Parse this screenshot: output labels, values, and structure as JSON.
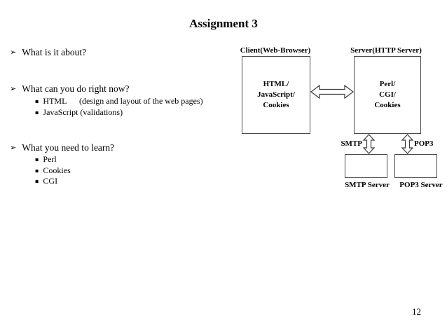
{
  "slide": {
    "title": "Assignment 3",
    "page_number": "12"
  },
  "icons": {
    "arrow_bullet": "➢",
    "square_bullet": "▪"
  },
  "bullets": [
    {
      "label": "What is it about?",
      "sub": []
    },
    {
      "label": "What can you do right now?",
      "sub": [
        "HTML      (design and layout of the web pages)",
        "JavaScript (validations)"
      ]
    },
    {
      "label": "What you need to learn?",
      "sub": [
        "Perl",
        "Cookies",
        "CGI"
      ]
    }
  ],
  "diagram": {
    "client_label": "Client(Web-Browser)",
    "server_label": "Server(HTTP Server)",
    "client_lines": [
      "HTML/",
      "JavaScript/",
      "Cookies"
    ],
    "server_lines": [
      "Perl/",
      "CGI/",
      "Cookies"
    ],
    "smtp_protocol": "SMTP",
    "pop3_protocol": "POP3",
    "smtp_server": "SMTP Server",
    "pop3_server": "POP3 Server"
  }
}
